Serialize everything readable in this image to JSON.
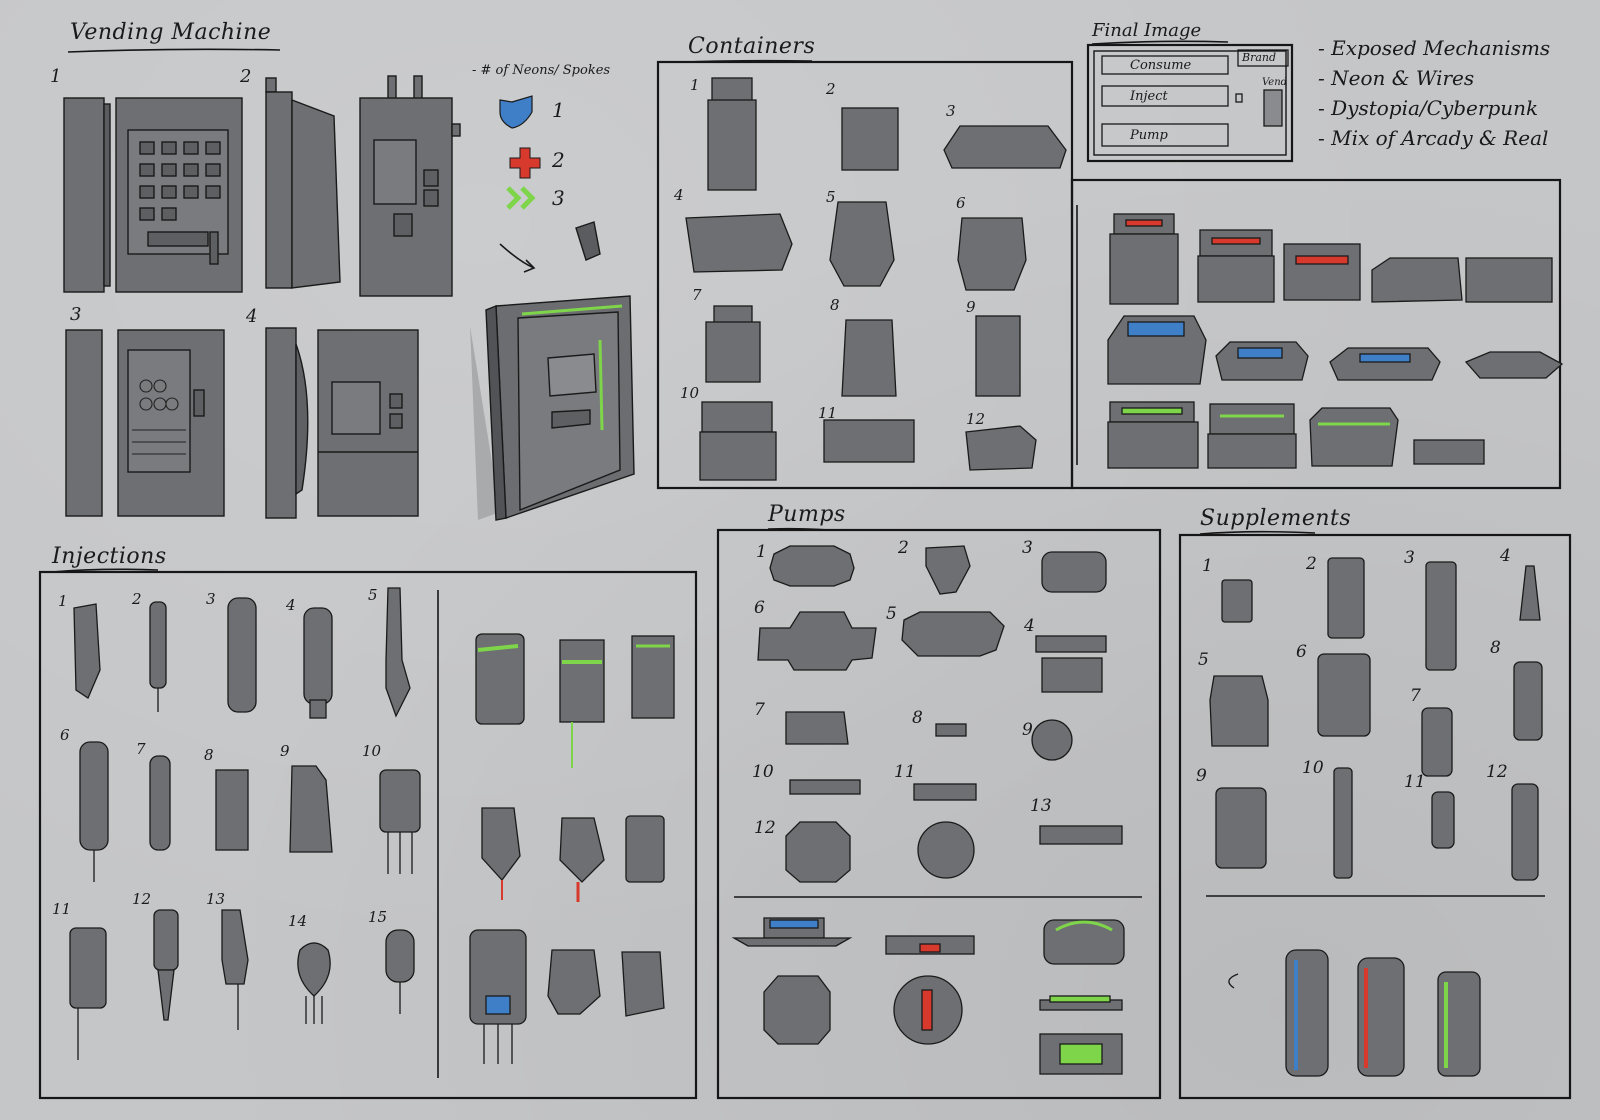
{
  "sections": {
    "vending": "Vending Machine",
    "containers": "Containers",
    "injections": "Injections",
    "pumps": "Pumps",
    "supplements": "Supplements",
    "final_image": "Final Image"
  },
  "legend": {
    "heading": "- # of Neons/ Spokes",
    "items": [
      {
        "icon": "shield-icon",
        "label": "1",
        "color": "#3f7fc8"
      },
      {
        "icon": "cross-icon",
        "label": "2",
        "color": "#d8392d"
      },
      {
        "icon": "chevrons-icon",
        "label": "3",
        "color": "#7ed54a"
      }
    ]
  },
  "final_image": {
    "buttons": [
      "Consume",
      "Inject",
      "Pump"
    ],
    "brand": "Brand",
    "vend": "Vend"
  },
  "notes": [
    "- Exposed Mechanisms",
    "- Neon & Wires",
    "- Dystopia/Cyberpunk",
    "- Mix of Arcady & Real"
  ],
  "vending_numbers": [
    "1",
    "2",
    "3",
    "4"
  ],
  "container_numbers": [
    "1",
    "2",
    "3",
    "4",
    "5",
    "6",
    "7",
    "8",
    "9",
    "10",
    "11",
    "12"
  ],
  "injection_numbers": [
    "1",
    "2",
    "3",
    "4",
    "5",
    "6",
    "7",
    "8",
    "9",
    "10",
    "11",
    "12",
    "13",
    "14",
    "15"
  ],
  "pump_numbers": [
    "1",
    "2",
    "3",
    "6",
    "5",
    "4",
    "7",
    "8",
    "9",
    "10",
    "11",
    "12",
    "13"
  ],
  "supplement_numbers": [
    "1",
    "2",
    "3",
    "4",
    "5",
    "6",
    "8",
    "7",
    "9",
    "10",
    "11",
    "12"
  ],
  "colors": {
    "paper": "#c5c6c8",
    "object": "#6e6f72",
    "ink": "#1c1c1c",
    "neon_blue": "#3f7fc8",
    "neon_red": "#d8392d",
    "neon_green": "#7ed54a"
  }
}
